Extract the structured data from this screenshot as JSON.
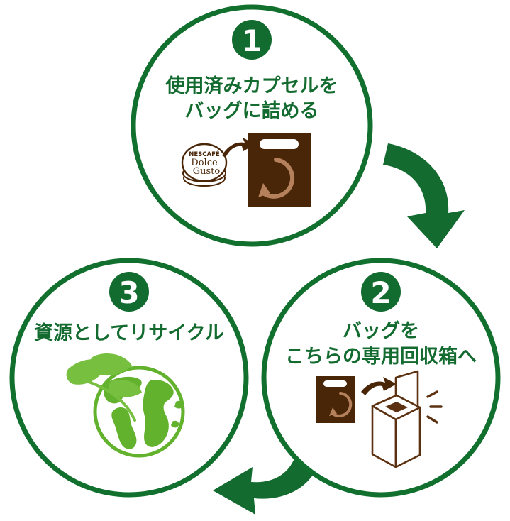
{
  "graphic": {
    "title": "Nescafe Dolce Gusto capsule recycling 3-step cycle",
    "background": "#ffffff",
    "colors": {
      "green_dark": "#136b30",
      "green_circle_stroke": "#12702f",
      "green_leaf_light": "#76bf3f",
      "green_globe": "#63b22e",
      "brown_dark": "#4a2608",
      "brown_mid": "#5b3111",
      "brown_light": "#b5815c",
      "white": "#ffffff"
    }
  },
  "steps": [
    {
      "number": "1",
      "lines": [
        "使用済みカプセルを",
        "バッグに詰める"
      ],
      "illustration": "capsule-to-bag",
      "capsule_logo": {
        "brand": "NESCAFÉ",
        "product_line_1": "Dolce",
        "product_line_2": "Gusto"
      }
    },
    {
      "number": "2",
      "lines": [
        "バッグを",
        "こちらの専用回収箱へ"
      ],
      "illustration": "bag-to-collection-box"
    },
    {
      "number": "3",
      "lines": [
        "資源としてリサイクル"
      ],
      "illustration": "globe-with-leaves"
    }
  ],
  "arrows": [
    {
      "name": "arrow-step1-to-step2",
      "direction": "curve-right-down"
    },
    {
      "name": "arrow-step2-to-step3",
      "direction": "curve-left"
    }
  ]
}
